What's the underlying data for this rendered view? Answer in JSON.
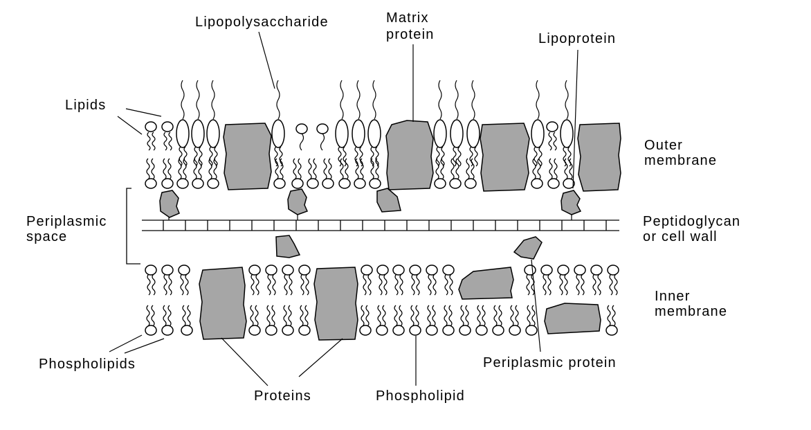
{
  "labels": {
    "lipopolysaccharide": "Lipopolysaccharide",
    "matrix_protein_line1": "Matrix",
    "matrix_protein_line2": "protein",
    "lipoprotein": "Lipoprotein",
    "lipids": "Lipids",
    "outer_membrane_line1": "Outer",
    "outer_membrane_line2": "membrane",
    "periplasmic_space_line1": "Periplasmic",
    "periplasmic_space_line2": "space",
    "peptidoglycan_line1": "Peptidoglycan",
    "peptidoglycan_line2": "or cell wall",
    "inner_membrane_line1": "Inner",
    "inner_membrane_line2": "membrane",
    "phospholipids": "Phospholipids",
    "proteins": "Proteins",
    "phospholipid": "Phospholipid",
    "periplasmic_protein": "Periplasmic protein"
  },
  "colors": {
    "protein_fill": "#a6a6a6",
    "outline": "#000000",
    "background": "#ffffff"
  }
}
